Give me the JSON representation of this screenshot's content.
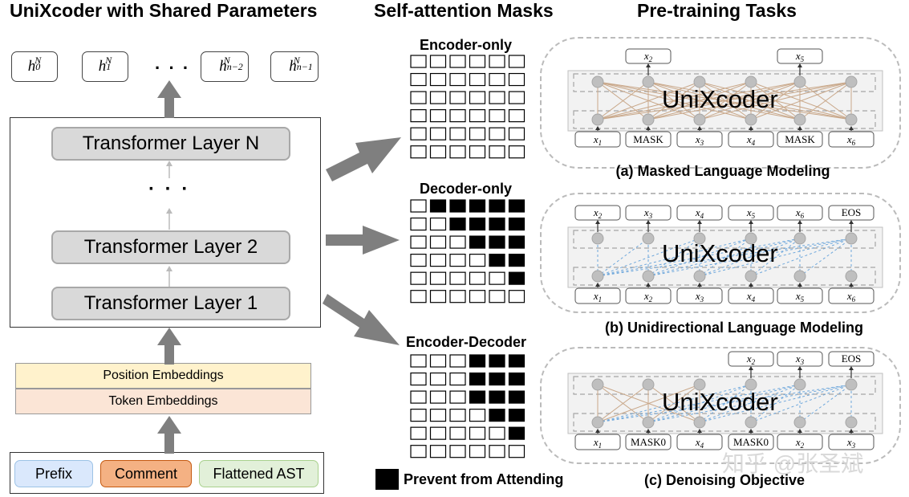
{
  "sections": {
    "left_title": "UniXcoder with Shared Parameters",
    "middle_title": "Self-attention Masks",
    "right_title": "Pre-training Tasks"
  },
  "outputs": {
    "h0": {
      "base": "h",
      "sub": "0",
      "sup": "N"
    },
    "h1": {
      "base": "h",
      "sub": "1",
      "sup": "N"
    },
    "ellipsis": "· · ·",
    "hn2": {
      "base": "h",
      "sub": "n−2",
      "sup": "N"
    },
    "hn1": {
      "base": "h",
      "sub": "n−1",
      "sup": "N"
    }
  },
  "layers": {
    "top": "Transformer Layer N",
    "dots": "· · ·",
    "middle": "Transformer Layer 2",
    "bottom": "Transformer Layer 1"
  },
  "embeddings": {
    "position": "Position Embeddings",
    "token": "Token Embeddings"
  },
  "inputs": {
    "prefix": "Prefix",
    "comment": "Comment",
    "ast": "Flattened AST"
  },
  "masks": {
    "encoder_only": {
      "title": "Encoder-only",
      "grid": [
        [
          0,
          0,
          0,
          0,
          0,
          0
        ],
        [
          0,
          0,
          0,
          0,
          0,
          0
        ],
        [
          0,
          0,
          0,
          0,
          0,
          0
        ],
        [
          0,
          0,
          0,
          0,
          0,
          0
        ],
        [
          0,
          0,
          0,
          0,
          0,
          0
        ],
        [
          0,
          0,
          0,
          0,
          0,
          0
        ]
      ]
    },
    "decoder_only": {
      "title": "Decoder-only",
      "grid": [
        [
          0,
          1,
          1,
          1,
          1,
          1
        ],
        [
          0,
          0,
          1,
          1,
          1,
          1
        ],
        [
          0,
          0,
          0,
          1,
          1,
          1
        ],
        [
          0,
          0,
          0,
          0,
          1,
          1
        ],
        [
          0,
          0,
          0,
          0,
          0,
          1
        ],
        [
          0,
          0,
          0,
          0,
          0,
          0
        ]
      ]
    },
    "encoder_decoder": {
      "title": "Encoder-Decoder",
      "grid": [
        [
          0,
          0,
          0,
          1,
          1,
          1
        ],
        [
          0,
          0,
          0,
          1,
          1,
          1
        ],
        [
          0,
          0,
          0,
          1,
          1,
          1
        ],
        [
          0,
          0,
          0,
          0,
          1,
          1
        ],
        [
          0,
          0,
          0,
          0,
          0,
          1
        ],
        [
          0,
          0,
          0,
          0,
          0,
          0
        ]
      ]
    },
    "legend": "Prevent from Attending"
  },
  "tasks": {
    "mlm": {
      "model": "UniXcoder",
      "inputs": [
        "x1",
        "MASK",
        "x3",
        "x4",
        "MASK",
        "x6"
      ],
      "outputs": {
        "1": "x2",
        "4": "x5"
      },
      "caption": "(a) Masked Language Modeling"
    },
    "ulm": {
      "model": "UniXcoder",
      "inputs": [
        "x1",
        "x2",
        "x3",
        "x4",
        "x5",
        "x6"
      ],
      "outputs": {
        "0": "x2",
        "1": "x3",
        "2": "x4",
        "3": "x5",
        "4": "x6",
        "5": "EOS"
      },
      "caption": "(b) Unidirectional Language Modeling"
    },
    "denoise": {
      "model": "UniXcoder",
      "inputs": [
        "x1",
        "MASK0",
        "x4",
        "MASK0",
        "x2",
        "x3"
      ],
      "outputs": {
        "3": "x2",
        "4": "x3",
        "5": "EOS"
      },
      "caption": "(c) Denoising Objective"
    }
  },
  "watermark": "知乎 @张圣斌",
  "colors": {
    "layer_fill": "#d9d9d9",
    "position_embeddings": "#fff2cc",
    "token_embeddings": "#fbe5d6",
    "prefix": "#dae8fc",
    "comment": "#f4b183",
    "flattened_ast": "#e2f0d9",
    "arrow": "#7f7f7f",
    "mlm_links": "#c9a88a",
    "ulm_links": "#6fa8dc"
  }
}
